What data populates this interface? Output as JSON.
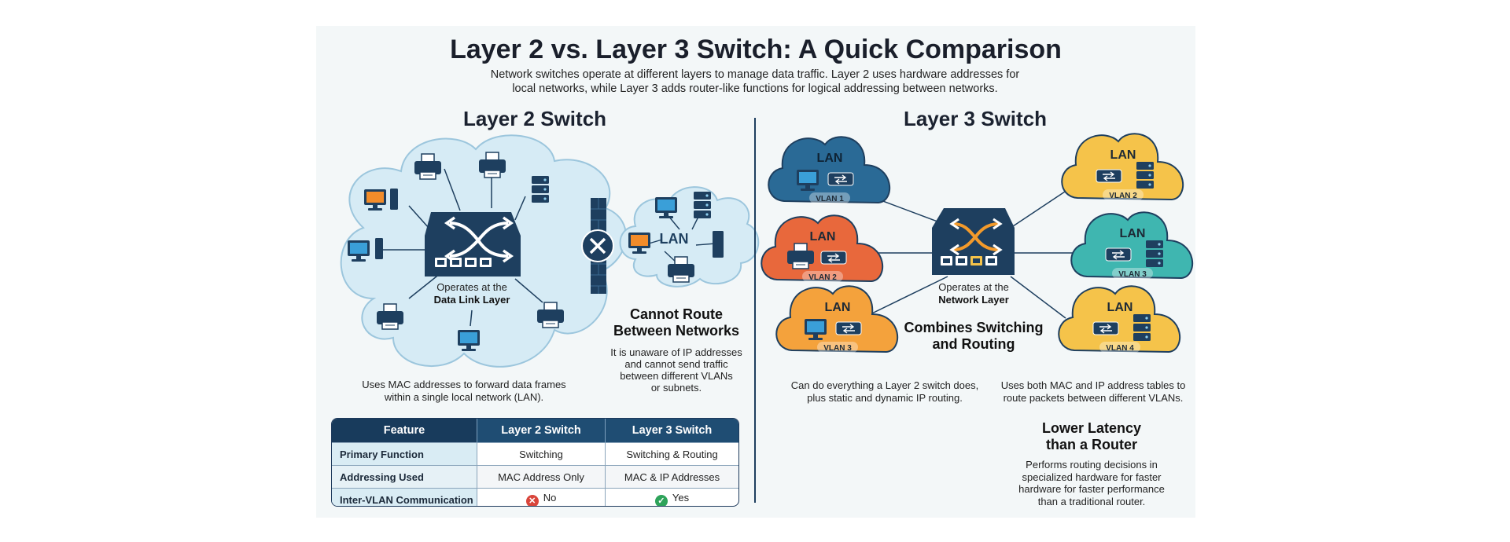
{
  "title": "Layer 2 vs. Layer 3 Switch: A Quick Comparison",
  "subtitle_line1": "Network switches operate at different layers to manage data traffic. Layer 2 uses hardware addresses for",
  "subtitle_line2": "local networks, while Layer 3 adds router-like functions for logical addressing between networks.",
  "layer2": {
    "heading": "Layer 2 Switch",
    "operates_line1": "Operates at the",
    "operates_line2": "Data Link Layer",
    "lan_label": "LAN",
    "desc_line1": "Uses MAC addresses to forward data frames",
    "desc_line2": "within a single local network (LAN).",
    "cannot_heading_line1": "Cannot Route",
    "cannot_heading_line2": "Between Networks",
    "cannot_line1": "It is unaware of IP addresses",
    "cannot_line2": "and cannot send traffic",
    "cannot_line3": "between different VLANs",
    "cannot_line4": "or subnets."
  },
  "layer3": {
    "heading": "Layer 3 Switch",
    "operates_line1": "Operates at the",
    "operates_line2": "Network Layer",
    "combines_line1": "Combines Switching",
    "combines_line2": "and Routing",
    "clouds": [
      {
        "lan": "LAN",
        "vlan": "VLAN 1",
        "color": "#2a6a96"
      },
      {
        "lan": "LAN",
        "vlan": "VLAN 2",
        "color": "#e8683c"
      },
      {
        "lan": "LAN",
        "vlan": "VLAN 3",
        "color": "#f4a23c"
      },
      {
        "lan": "LAN",
        "vlan": "VLAN 2",
        "color": "#f5c34a"
      },
      {
        "lan": "LAN",
        "vlan": "VLAN 3",
        "color": "#3fb6b0"
      },
      {
        "lan": "LAN",
        "vlan": "VLAN 4",
        "color": "#f5c34a"
      }
    ],
    "desc_a_line1": "Can do everything a Layer 2 switch does,",
    "desc_a_line2": "plus static and dynamic IP routing.",
    "desc_b_line1": "Uses both MAC and IP address tables to",
    "desc_b_line2": "route packets between different VLANs.",
    "latency_line1": "Lower Latency",
    "latency_line2": "than a Router",
    "latency_desc_line1": "Performs routing decisions in",
    "latency_desc_line2": "specialized hardware for faster",
    "latency_desc_line3": "hardware for faster performance",
    "latency_desc_line4": "than a traditional router."
  },
  "table": {
    "headers": [
      "Feature",
      "Layer 2 Switch",
      "Layer 3 Switch"
    ],
    "rows": [
      [
        "Primary Function",
        "Switching",
        "Switching & Routing"
      ],
      [
        "Addressing Used",
        "MAC Address Only",
        "MAC & IP Addresses"
      ],
      [
        "Inter-VLAN Communication",
        "No",
        "Yes"
      ]
    ]
  },
  "colors": {
    "navy": "#1e3f5f",
    "l2_cloud": "#d6ebf5",
    "no_mark": "#d9453b",
    "yes_mark": "#2ea35a"
  }
}
